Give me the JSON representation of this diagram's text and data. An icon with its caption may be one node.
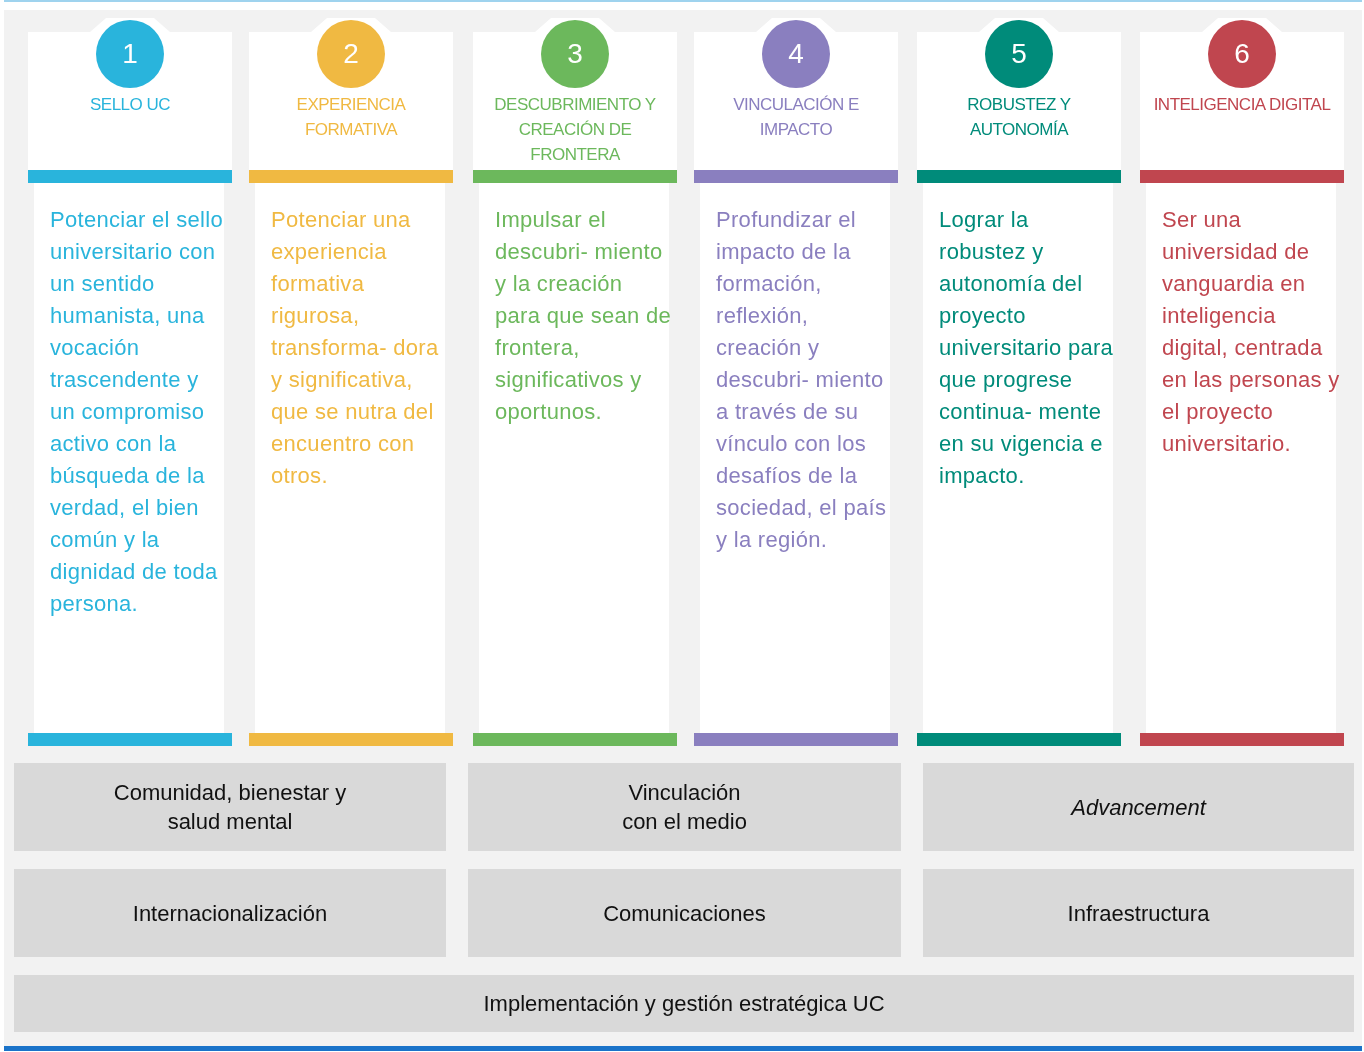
{
  "diagram": {
    "nodes": [
      {
        "text": [
          "SELLO UC",
          "Potenciar el sello universitario con un sentido humanista, una vocación trascendente y un compromiso activo con la búsqueda de la verdad, el bien común y la dignidad de toda persona."
        ]
      },
      {
        "text": [
          "1"
        ],
        "in": 0
      },
      {
        "text": [
          "EXPERIENCIA FORMATIVA",
          "Potenciar una experiencia formativa rigurosa, transforma- dora y significativa, que se nutra del encuentro con otros."
        ]
      },
      {
        "text": [
          "2"
        ],
        "in": 2
      },
      {
        "text": [
          "DESCUBRIMIENTO Y CREACIÓN DE FRONTERA",
          "Impulsar el descubri- miento y la creación para que sean de frontera, significativos y oportunos."
        ]
      },
      {
        "text": [
          "3"
        ],
        "in": 4
      },
      {
        "text": [
          "VINCULACIÓN E IMPACTO",
          "Profundizar el impacto de la formación, reflexión, creación y descubri- miento a través de su vínculo con los desafíos de la sociedad, el país y la región."
        ]
      },
      {
        "text": [
          "4"
        ],
        "in": 6
      },
      {
        "text": [
          "ROBUSTEZ Y AUTONOMÍA",
          "Lograr la robustez y autonomía del proyecto universitario para que progrese continua- mente en su vigencia e impacto."
        ]
      },
      {
        "text": [
          "5"
        ],
        "in": 8
      },
      {
        "text": [
          "INTELIGENCIA DIGITAL",
          "Ser una universidad de vanguardia en inteligencia digital, centrada en las personas y el proyecto universitario."
        ]
      },
      {
        "text": [
          "6"
        ],
        "in": 10
      },
      {
        "text": [
          "Comunidad, bienestar y salud mental"
        ]
      },
      {
        "text": [
          "Vinculación con el medio"
        ]
      },
      {
        "text": [
          "Advancement"
        ]
      },
      {
        "text": [
          "Internacionalización"
        ]
      },
      {
        "text": [
          "Comunicaciones"
        ]
      },
      {
        "text": [
          "Infraestructura"
        ]
      },
      {
        "text": [
          "Implementación y gestión estratégica UC"
        ]
      }
    ]
  }
}
